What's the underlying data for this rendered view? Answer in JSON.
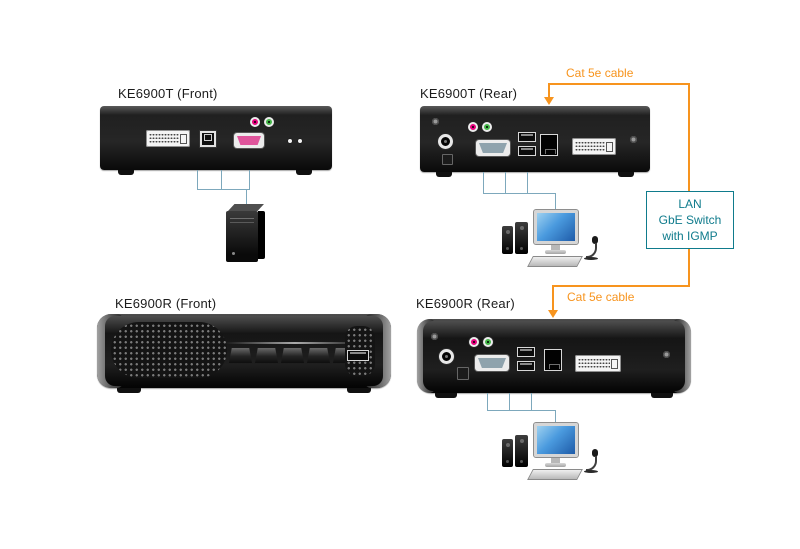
{
  "labels": {
    "t_front": "KE6900T (Front)",
    "t_rear": "KE6900T (Rear)",
    "r_front": "KE6900R (Front)",
    "r_rear": "KE6900R (Rear)"
  },
  "cables": {
    "top_label": "Cat 5e cable",
    "bottom_label": "Cat 5e cable"
  },
  "switch_box": {
    "lines": [
      "LAN",
      "GbE Switch",
      "with IGMP"
    ]
  },
  "colors": {
    "orange": "#f7941e",
    "teal": "#0f7b8c",
    "line": "#7da8bc"
  }
}
